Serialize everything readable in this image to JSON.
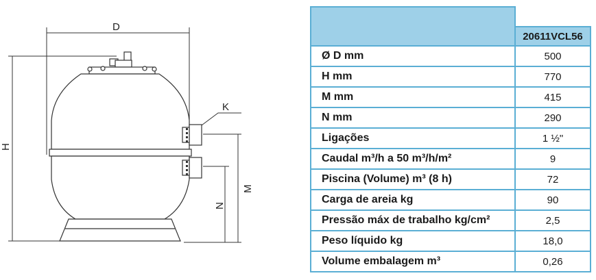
{
  "diagram": {
    "labels": {
      "d": "D",
      "h": "H",
      "k": "K",
      "m": "M",
      "n": "N"
    }
  },
  "table": {
    "model": "20611VCL56",
    "rows": [
      {
        "label": "Ø D mm",
        "value": "500"
      },
      {
        "label": "H mm",
        "value": "770"
      },
      {
        "label": "M mm",
        "value": "415"
      },
      {
        "label": "N mm",
        "value": "290"
      },
      {
        "label": "Ligações",
        "value": "1 ½\""
      },
      {
        "label": "Caudal m³/h a 50 m³/h/m²",
        "value": "9"
      },
      {
        "label": "Piscina (Volume) m³ (8 h)",
        "value": "72"
      },
      {
        "label": "Carga de areia kg",
        "value": "90"
      },
      {
        "label": "Pressão máx de trabalho kg/cm²",
        "value": "2,5"
      },
      {
        "label": "Peso líquido kg",
        "value": "18,0"
      },
      {
        "label": "Volume embalagem m³",
        "value": "0,26"
      }
    ]
  },
  "colors": {
    "header_fill": "#9ed0e8",
    "border": "#5aaed4"
  }
}
